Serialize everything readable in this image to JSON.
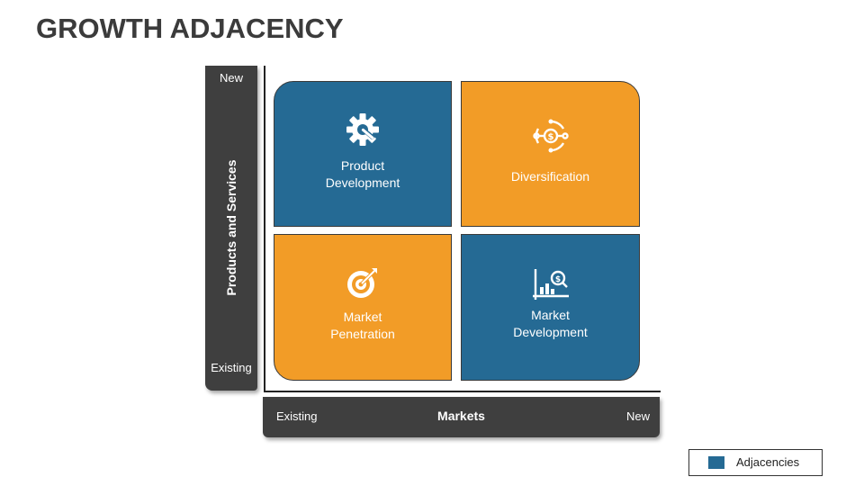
{
  "title": "GROWTH ADJACENCY",
  "y_axis": {
    "label": "Products and Services",
    "top": "New",
    "bottom": "Existing"
  },
  "x_axis": {
    "label": "Markets",
    "left": "Existing",
    "right": "New"
  },
  "quadrants": [
    {
      "label": "Product Development",
      "color": "#256a94",
      "icon": "gear-wrench-icon"
    },
    {
      "label": "Diversification",
      "color": "#f29c27",
      "icon": "dollar-network-icon"
    },
    {
      "label": "Market Penetration",
      "color": "#f29c27",
      "icon": "target-icon"
    },
    {
      "label": "Market Development",
      "color": "#256a94",
      "icon": "chart-dollar-search-icon"
    }
  ],
  "legend": {
    "label": "Adjacencies",
    "color": "#256a94"
  },
  "colors": {
    "axis_bar": "#3f3f3f",
    "title": "#3b3b3b"
  }
}
